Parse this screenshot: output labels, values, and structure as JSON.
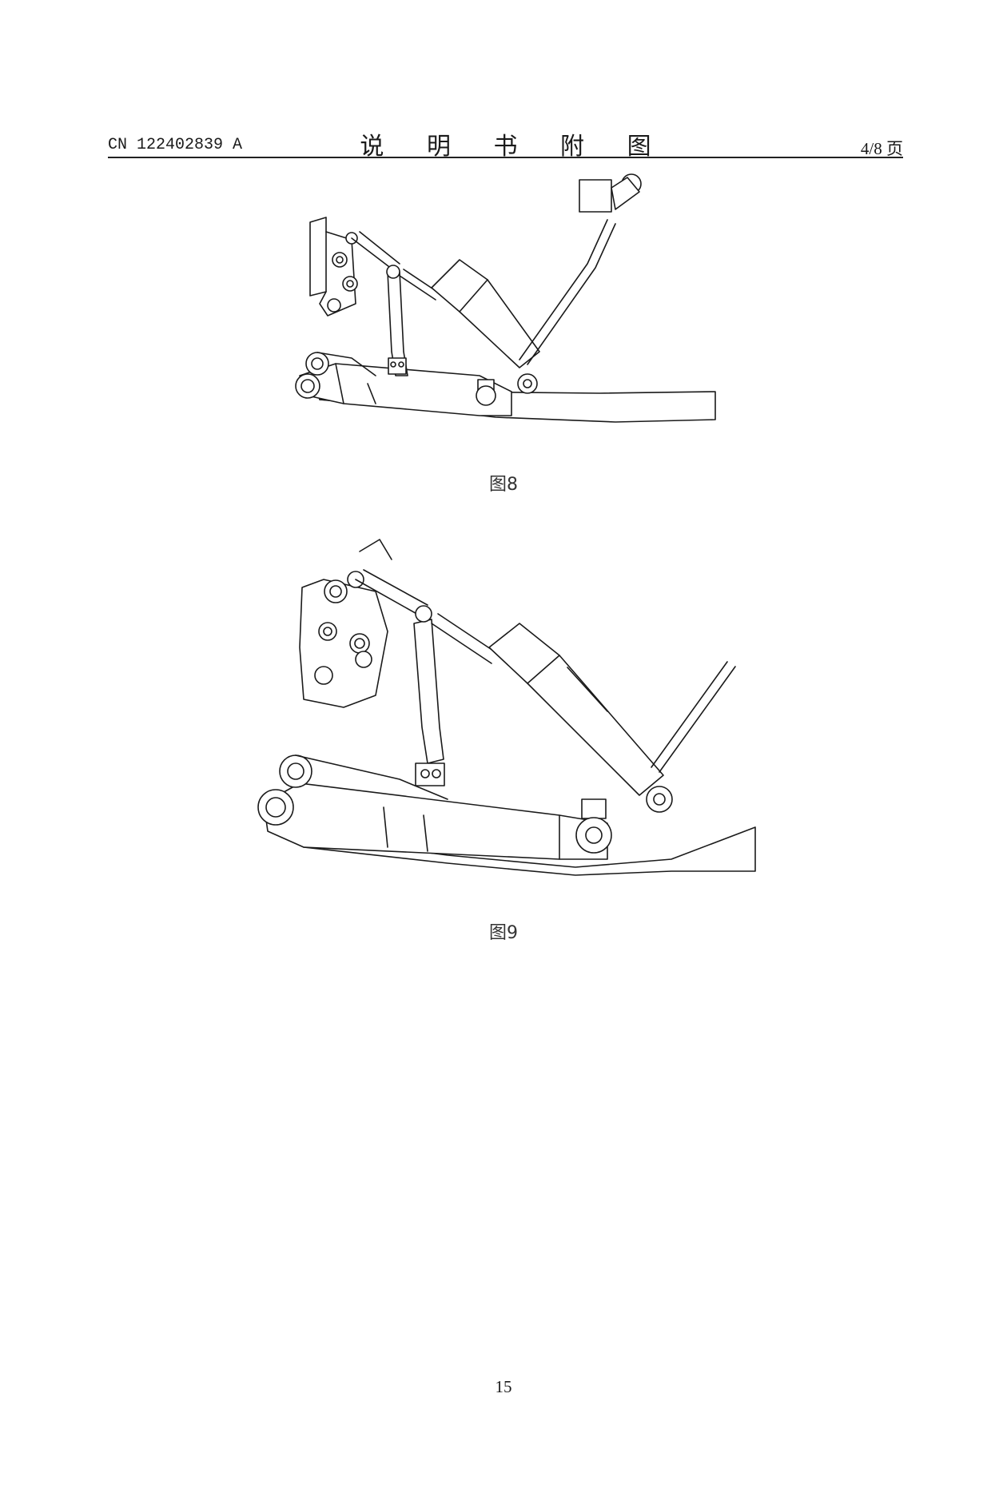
{
  "header": {
    "publication_number": "CN 122402839 A",
    "title": "说 明 书 附 图",
    "page_index": "4/8 页"
  },
  "figures": [
    {
      "caption": "图8"
    },
    {
      "caption": "图9"
    }
  ],
  "footer": {
    "page_number": "15"
  }
}
